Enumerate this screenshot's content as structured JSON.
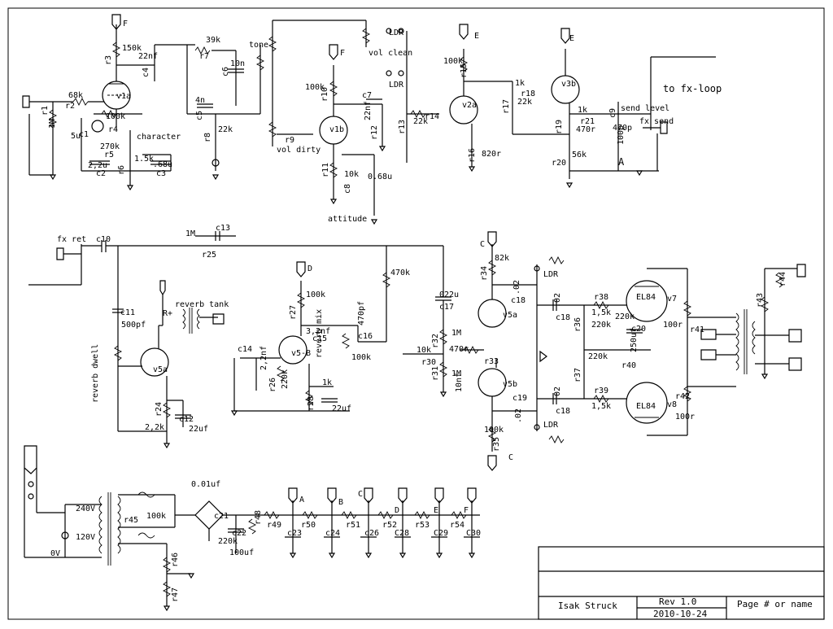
{
  "title_block": {
    "author": "Isak Struck",
    "revision": "Rev 1.0",
    "date": "2010-10-24",
    "page": "Page # or name"
  },
  "annotations": {
    "to_fx_loop": "to fx-loop",
    "character": "character",
    "attitude": "attitude",
    "reverb_tank": "reverb tank",
    "reverb_dwell": "reverb dwell",
    "reverb_mix": "reverb mix",
    "fx_ret": "fx ret",
    "fx_send": "fx send",
    "send_level": "send level",
    "vol_clean": "vol clean",
    "vol_dirty": "vol dirty",
    "tone": "tone",
    "point_a": "A",
    "rplus": "R+",
    "v240": "240V",
    "v120": "120V",
    "v0": "0V",
    "cap_001": "0.01uf"
  },
  "rails": [
    "F",
    "F",
    "E",
    "E",
    "D",
    "C",
    "C",
    "A",
    "B",
    "C",
    "D",
    "E",
    "F"
  ],
  "labels": [
    "r1",
    "r2",
    "68k",
    "1M",
    "r3",
    "150k",
    "r4",
    "100k",
    "r5",
    "270k",
    "r6",
    "1.5k",
    "r7",
    "39k",
    "r8",
    "22k",
    "r9",
    "r10",
    "100k",
    "r11",
    "10k",
    "r12",
    "r13",
    "22k",
    "r14",
    "r15",
    "100k",
    "r16",
    "820r",
    "r17",
    "22k",
    "r18",
    "1k",
    "r19",
    "470r",
    "r20",
    "56k",
    "r21",
    "1k",
    "c1",
    "5u",
    "c2",
    "2,2u",
    "c3",
    ".68u",
    "c4",
    "22nf",
    "c5",
    "4n",
    "c6",
    "10n",
    "c7",
    "22nf",
    "c8",
    "0.68u",
    "c9",
    "100p",
    "v1a",
    "v1b",
    "v2a",
    "v3b",
    "470p",
    "LDR",
    "LDR",
    "c10",
    "c11",
    "500pf",
    "c12",
    "22uf",
    "c13",
    "1M",
    "r25",
    "r24",
    "2,2k",
    "v5a",
    "c14",
    "2,2nf",
    "r26",
    "220k",
    "r27",
    "100k",
    "c15",
    "3,2nf",
    "v5-B",
    "r28",
    "1k",
    "22uf",
    "c16",
    "470pf",
    "100k",
    "470k",
    "r34",
    "82k",
    "c17",
    "022u",
    "r32",
    "1M",
    "10k",
    "r30",
    "470r",
    "r31",
    "1M",
    "10nf",
    "c18",
    ".02",
    "c19",
    ".02",
    "r33",
    "v5a",
    "v5b",
    "100k",
    "r35",
    "LDR",
    "LDR",
    "c18",
    ".02",
    "c18",
    ".02",
    "r38",
    "1,5k",
    "r36",
    "220k",
    "220k",
    "c20",
    "250uf",
    "220k",
    "r40",
    "r37",
    "r39",
    "1,5k",
    "EL84",
    "EL84",
    "v7",
    "v8",
    "100r",
    "100r",
    "r41",
    "r42",
    "r43",
    "r44",
    "r45",
    "100k",
    "c21",
    "c22",
    "220k",
    "100uf",
    "r46",
    "r47",
    "r48",
    "r49",
    "r50",
    "c23",
    "r51",
    "c24",
    "r52",
    "c26",
    "C28",
    "r53",
    "C29",
    "r54",
    "C30"
  ]
}
